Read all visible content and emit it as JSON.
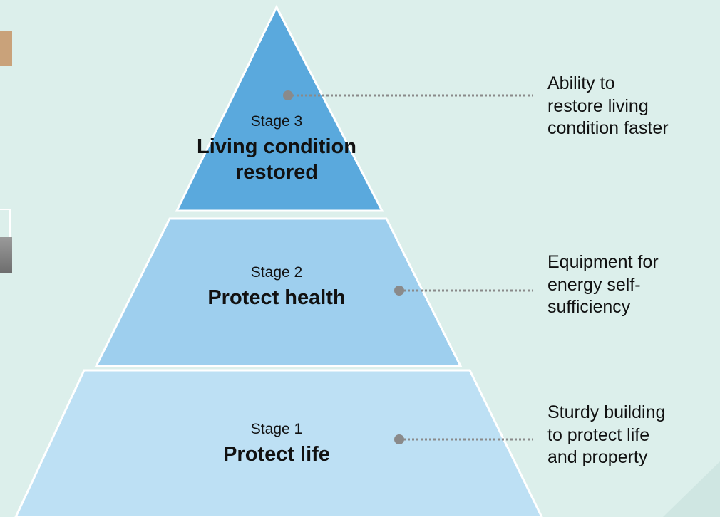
{
  "colors": {
    "background": "#dcefeb",
    "tier_top": "#5aa9dd",
    "tier_middle": "#9ecfee",
    "tier_bottom": "#bde0f4",
    "tier_edge": "#ffffff",
    "connector": "#8a8a8a"
  },
  "pyramid": {
    "tiers": [
      {
        "stage_label": "Stage 3",
        "title_line1": "Living condition",
        "title_line2": "restored",
        "note_lines": [
          "Ability to",
          "restore living",
          "condition faster"
        ]
      },
      {
        "stage_label": "Stage 2",
        "title_line1": "Protect health",
        "title_line2": "",
        "note_lines": [
          "Equipment for",
          "energy self-",
          "sufficiency"
        ]
      },
      {
        "stage_label": "Stage 1",
        "title_line1": "Protect life",
        "title_line2": "",
        "note_lines": [
          "Sturdy building",
          "to protect life",
          "and property"
        ]
      }
    ]
  }
}
